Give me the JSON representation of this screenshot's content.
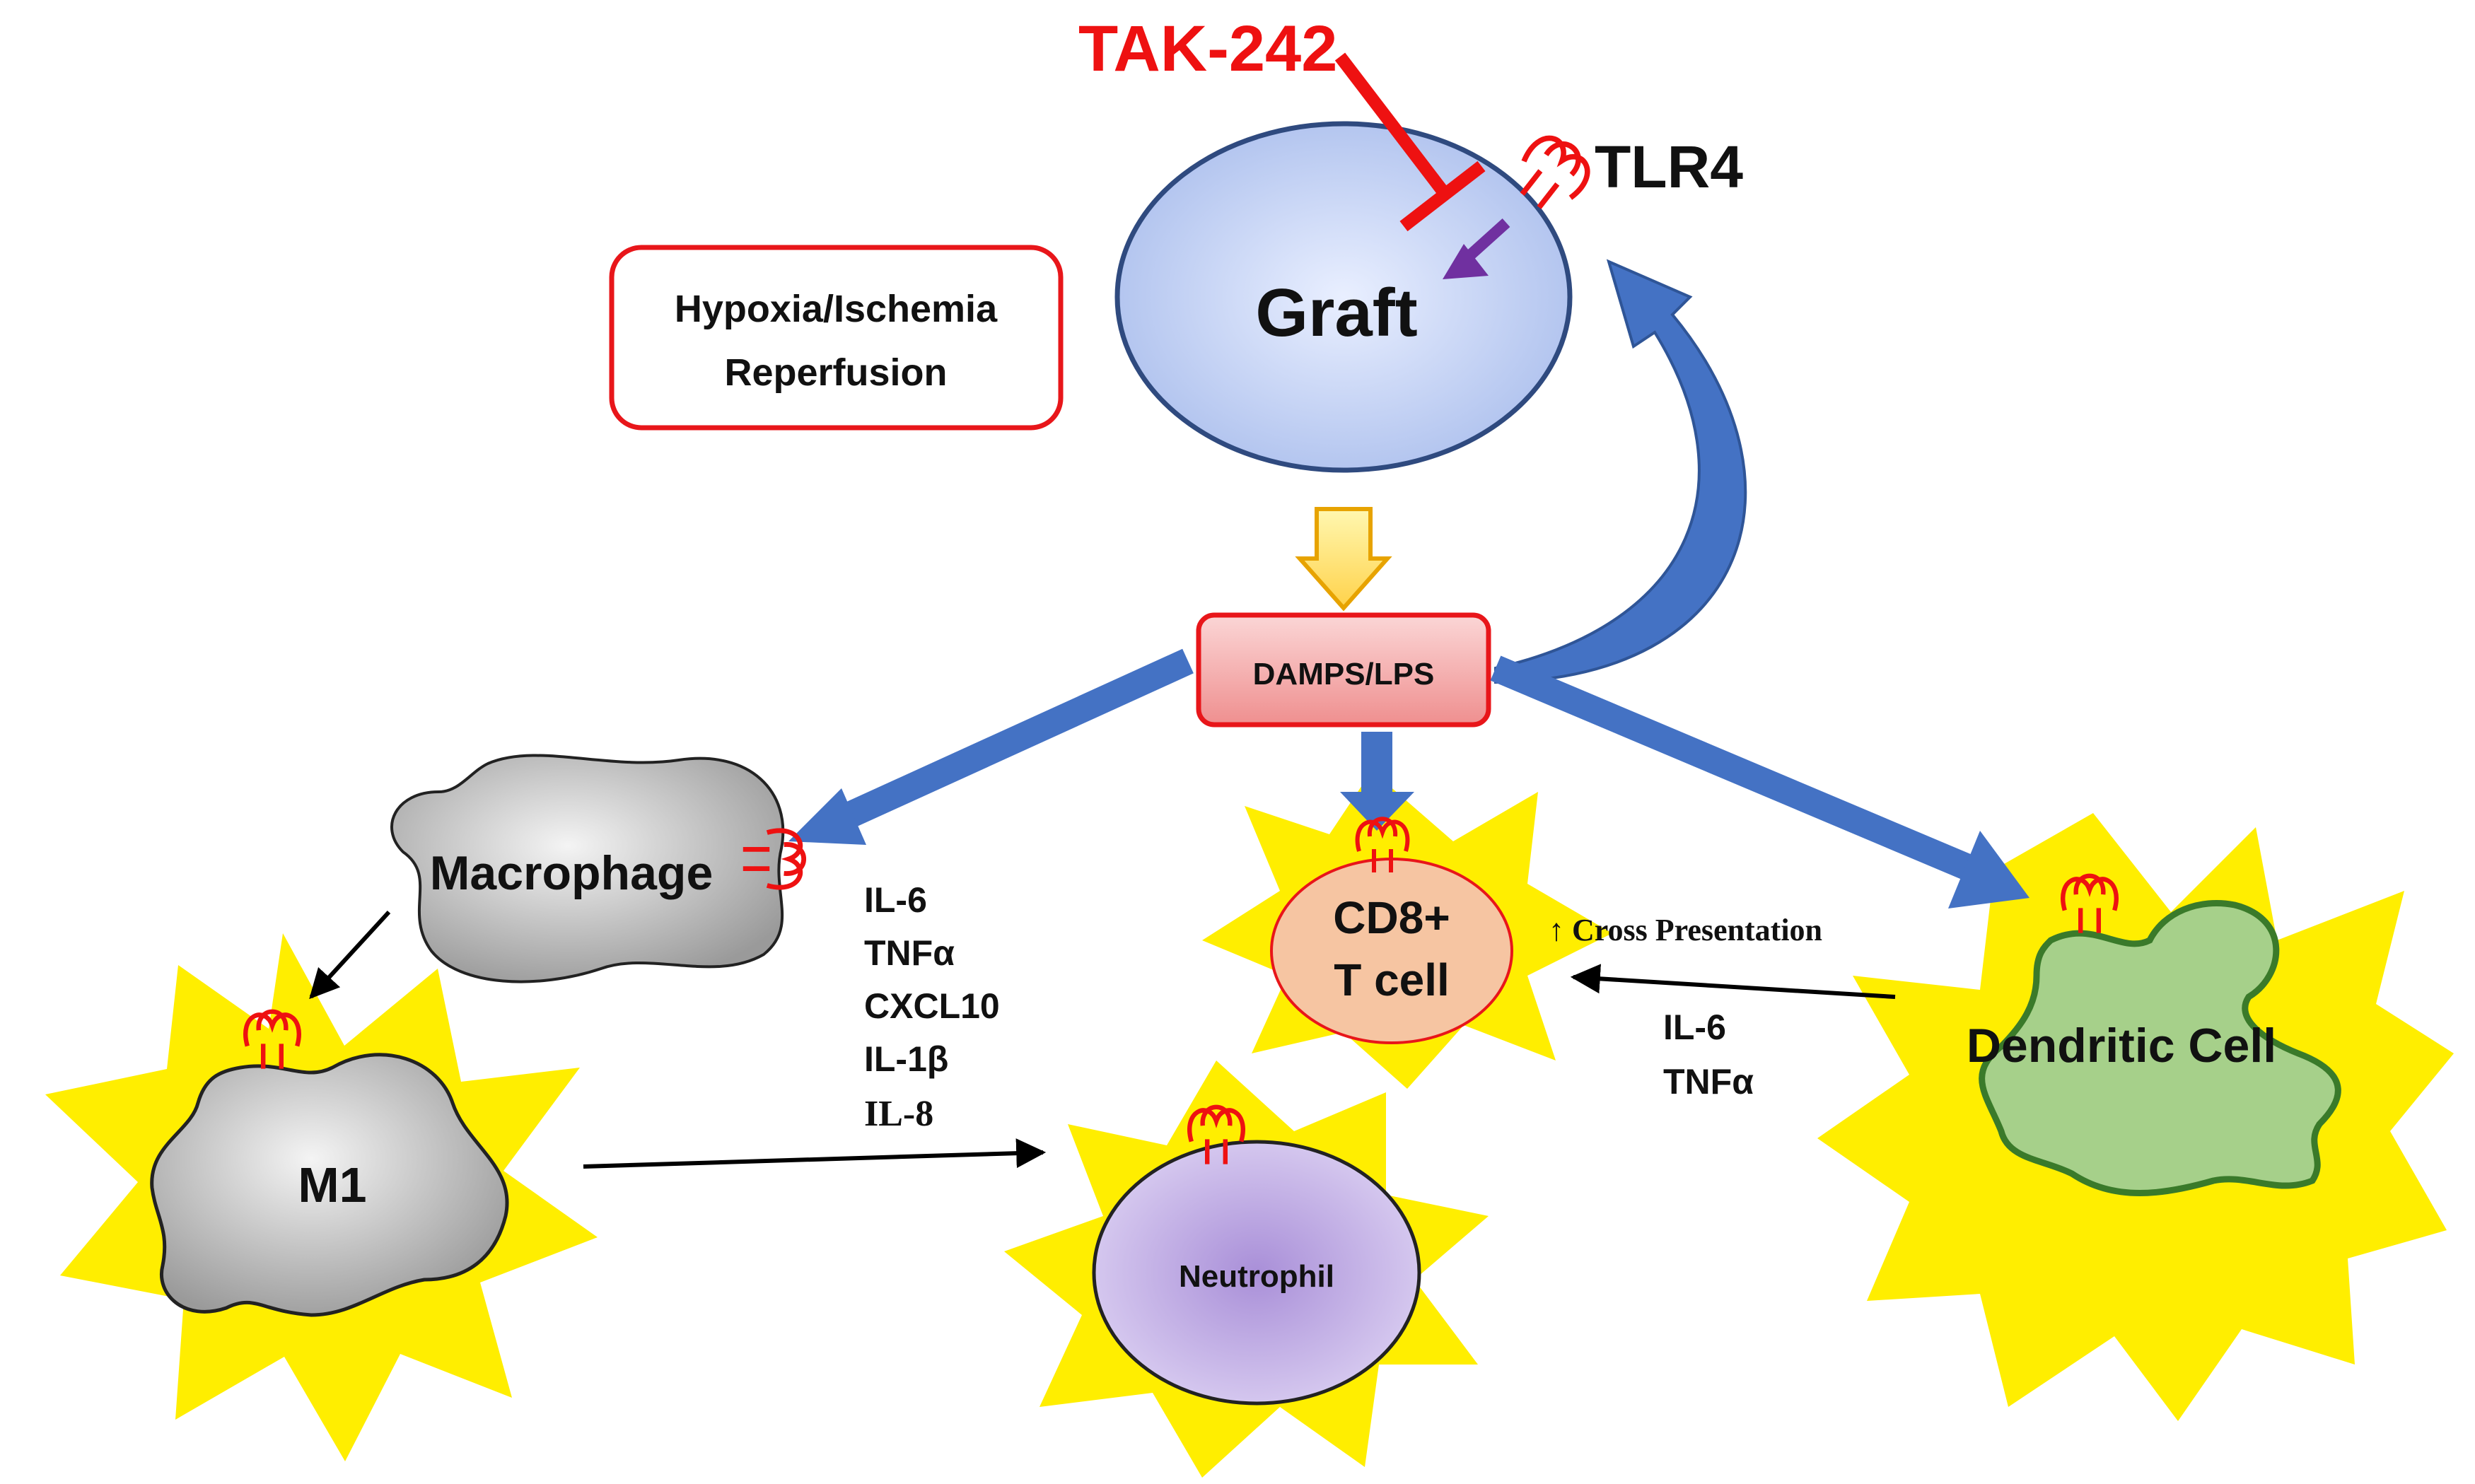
{
  "drug": {
    "label": "TAK-242",
    "color": "#ee1111"
  },
  "receptor": {
    "label": "TLR4",
    "color": "#ee1111",
    "icon": "tlr4-receptor-icon"
  },
  "graft": {
    "label": "Graft"
  },
  "condition": {
    "line1": "Hypoxia/Ischemia",
    "line2": "Reperfusion"
  },
  "damps": {
    "label": "DAMPS/LPS"
  },
  "cells": {
    "macrophage": "Macrophage",
    "m1": "M1",
    "cd8_line1": "CD8+",
    "cd8_line2": "T cell",
    "dendritic": "Dendritic Cell",
    "neutrophil": "Neutrophil"
  },
  "cytokines_macrophage": [
    "IL-6",
    "TNFα",
    "CXCL10",
    "IL-1β",
    "IL-8"
  ],
  "cytokines_dendritic": [
    "IL-6",
    "TNFα"
  ],
  "cross_presentation": "↑ Cross Presentation",
  "colors": {
    "flow_arrow": "#4472c4",
    "star": "#ffee00",
    "graft_fill": "#b8c8ef",
    "damps_fill": "#f5a3a3",
    "dendritic_fill": "#a6d08a",
    "cd8_fill": "#f6c5a2",
    "neutrophil_fill": "#c3b3e6",
    "inhibitor_purple": "#7030a0"
  }
}
